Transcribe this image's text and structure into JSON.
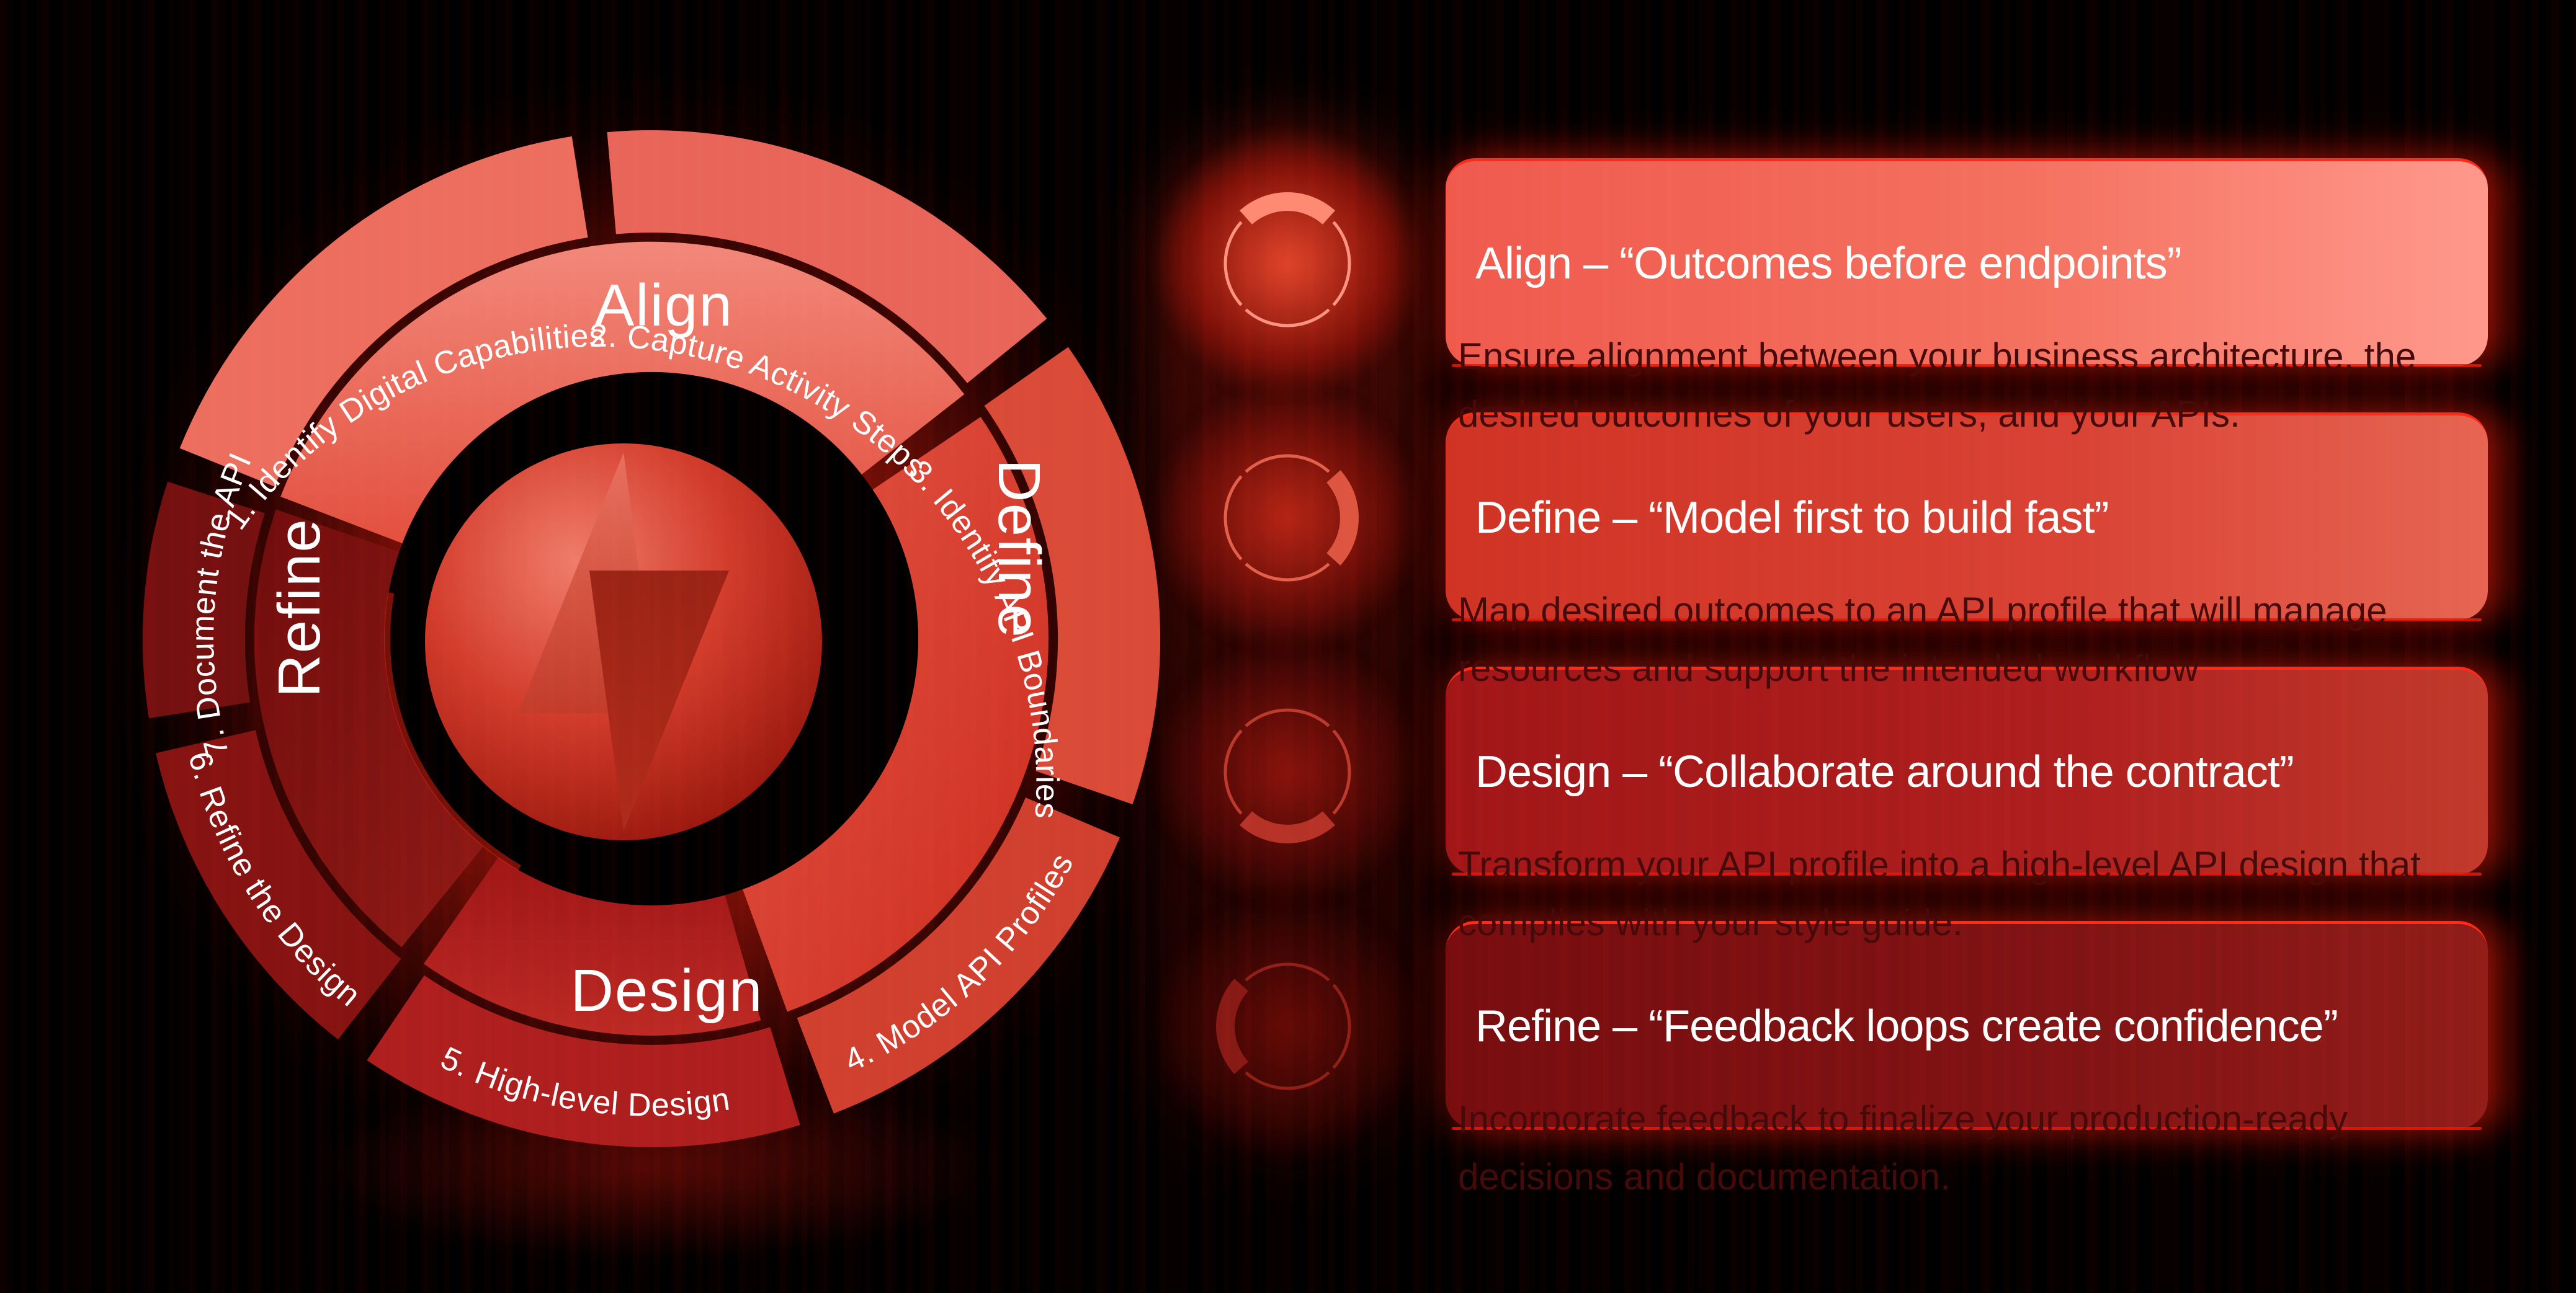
{
  "wheel": {
    "phases": [
      {
        "id": "align",
        "label": "Align"
      },
      {
        "id": "define",
        "label": "Define"
      },
      {
        "id": "design",
        "label": "Design"
      },
      {
        "id": "refine",
        "label": "Refine"
      }
    ],
    "steps": [
      "1. Identify Digital Capabilities",
      "2. Capture Activity Steps",
      "3. Identify API Boundaries",
      "4. Model API Profiles",
      "5. High-level Design",
      "6. Refine the Design",
      "7. Document the API"
    ],
    "center_icon": "up-down-arrows-logo"
  },
  "cards": [
    {
      "title": "Align – “Outcomes before endpoints”",
      "body": "Ensure alignment between your business architecture, the desired outcomes of your users, and your APIs.",
      "icon": "lifecycle-ring-align-icon"
    },
    {
      "title": "Define – “Model first to build fast”",
      "body": "Map desired outcomes to an API profile that will manage resources and support the intended workflow",
      "icon": "lifecycle-ring-define-icon"
    },
    {
      "title": "Design – “Collaborate around the contract”",
      "body": "Transform your API profile into a high-level API design that complies with your style guide.",
      "icon": "lifecycle-ring-design-icon"
    },
    {
      "title": "Refine – “Feedback loops create confidence”",
      "body": "Incorporate feedback to finalize your production-ready decisions and documentation.",
      "icon": "lifecycle-ring-refine-icon"
    }
  ],
  "colors": {
    "background": "#000000",
    "accent_bright": "#ff2012",
    "align": "#ee6a5c",
    "define": "#d63b2b",
    "design": "#ab1d1d",
    "refine": "#7c1211",
    "title_text": "#ffffff",
    "body_text": "#470a0a"
  }
}
